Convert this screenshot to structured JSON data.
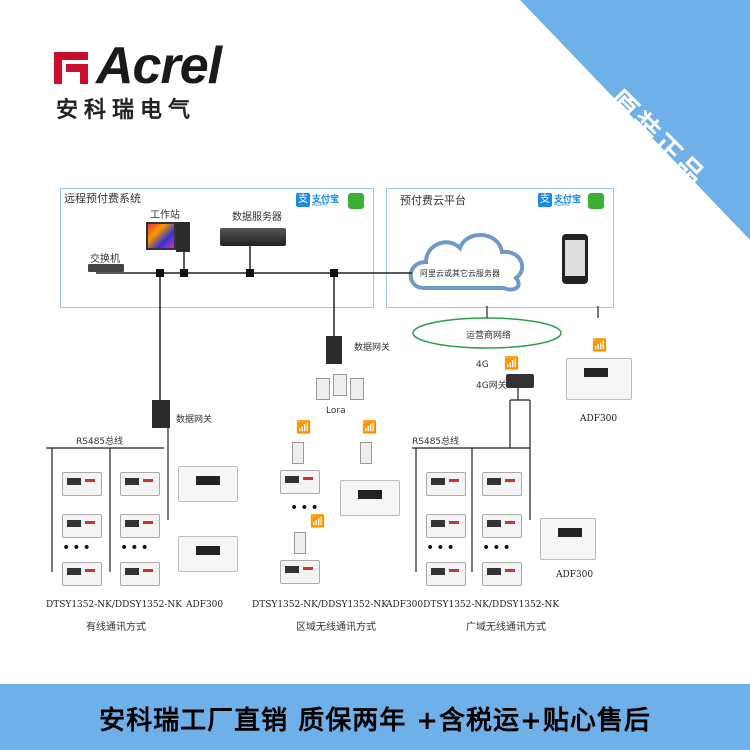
{
  "header": {
    "brand": "Acrel",
    "brand_cn": "安科瑞电气",
    "badge": "原装正品"
  },
  "colors": {
    "accent": "#6fb0e8",
    "brand_red": "#c8102e",
    "panel_border": "#9fc6e6",
    "ellipse_green": "#2e9e4a"
  },
  "left_panel": {
    "title": "远程预付费系统",
    "workstation": "工作站",
    "data_server": "数据服务器",
    "switch": "交换机"
  },
  "right_panel": {
    "title": "预付费云平台",
    "cloud": "阿里云或其它云服务器"
  },
  "alipay": {
    "main": "支付宝",
    "sub": "ALIPAY"
  },
  "network": {
    "operator": "运营商网络",
    "fourg": "4G",
    "fourg_gateway": "4G网关",
    "data_gateway": "数据网关",
    "lora": "Lora",
    "rs485": "RS485总线"
  },
  "devices": {
    "adf300": "ADF300",
    "dtsy": "DTSY1352-NK/DDSY1352-NK",
    "adf300_dtsy": "ADF300DTSY1352-NK/DDSY1352-NK",
    "ellipsis": "•••"
  },
  "captions": {
    "wired": "有线通讯方式",
    "area_wireless": "区域无线通讯方式",
    "wide_wireless": "广域无线通讯方式"
  },
  "footer": {
    "text": "安科瑞工厂直销 质保两年 +含税运+贴心售后"
  }
}
